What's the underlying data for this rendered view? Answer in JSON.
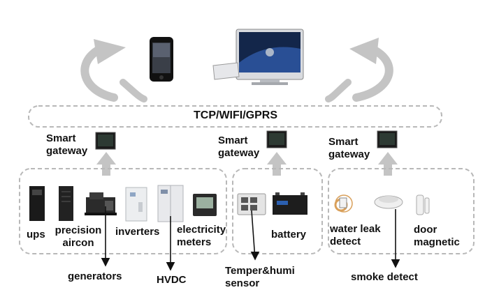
{
  "network": {
    "label": "TCP/WIFI/GPRS"
  },
  "gateways": [
    {
      "label": "Smart\ngateway"
    },
    {
      "label": "Smart\ngateway"
    },
    {
      "label": "Smart\ngateway"
    }
  ],
  "devices": {
    "ups": "ups",
    "precision_aircon": "precision\naircon",
    "inverters": "inverters",
    "electricity_meters": "electricity\nmeters",
    "generators": "generators",
    "hvdc": "HVDC",
    "battery": "battery",
    "temper_humi_sensor": "Temper&humi\nsensor",
    "water_leak_detect": "water leak\ndetect",
    "door_magnetic": "door\nmagnetic",
    "smoke_detect": "smoke detect"
  },
  "colors": {
    "dashed_border": "#b8b8b8",
    "arrow_gray": "#c4c4c4",
    "text": "#111111"
  }
}
